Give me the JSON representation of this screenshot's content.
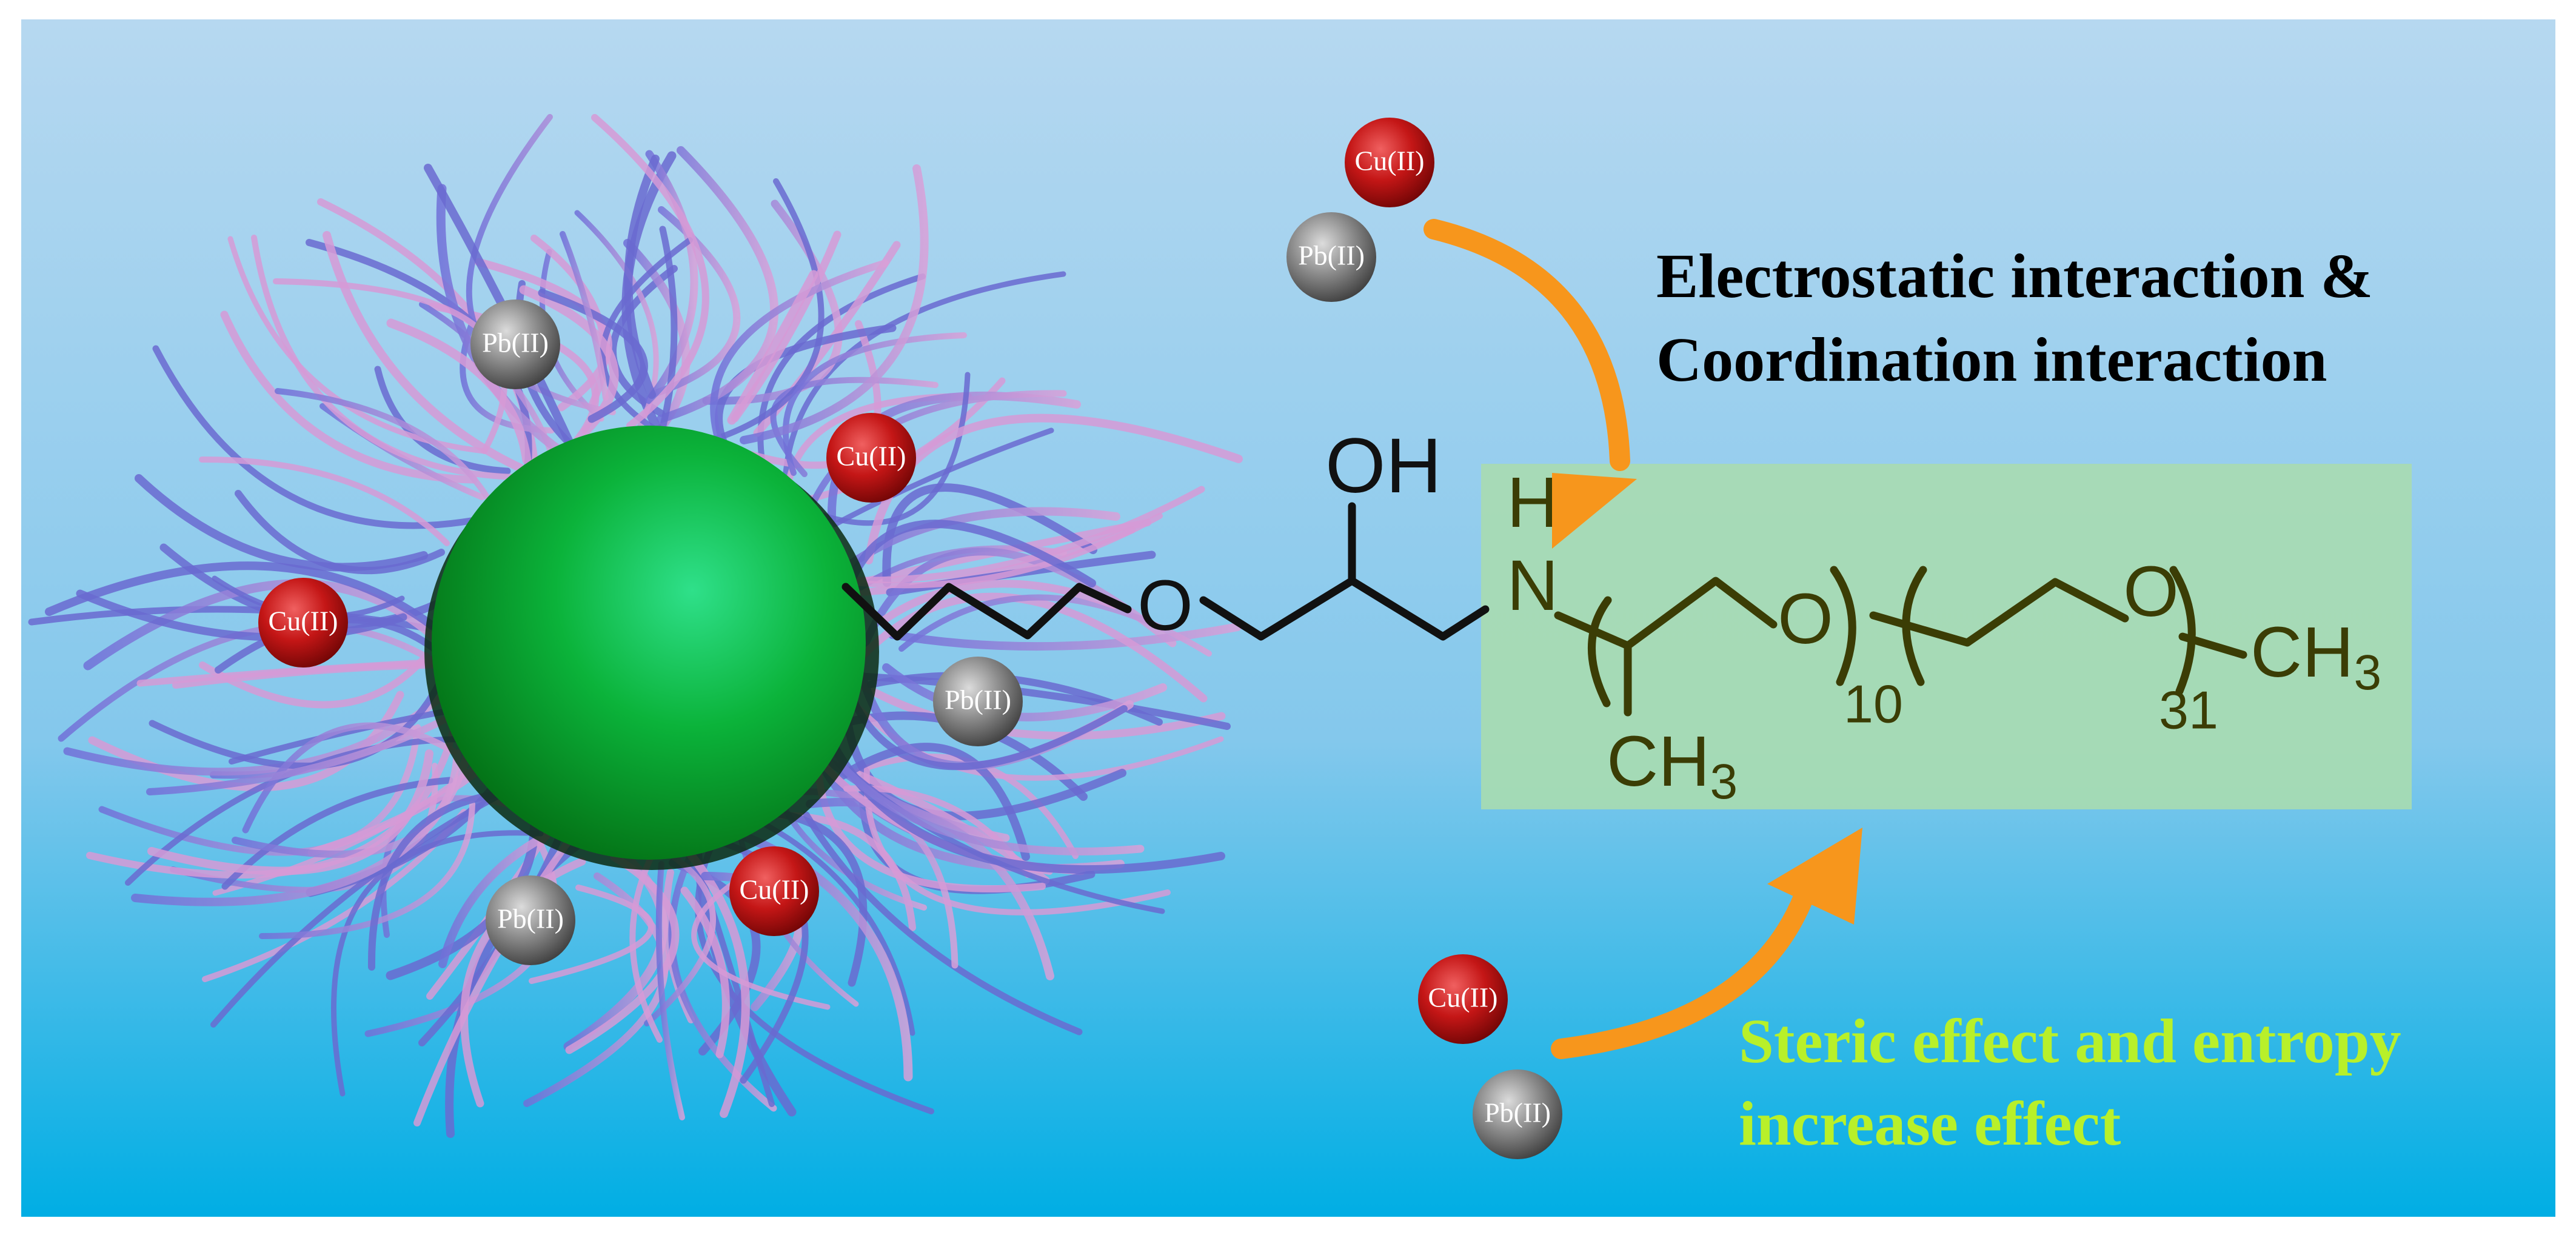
{
  "colors": {
    "background_top": "#b6d8f0",
    "background_bottom": "#00aee4",
    "nanoparticle": "#0aa83a",
    "fiber_blue": "#6a6ad0",
    "fiber_pink": "#d69ad6",
    "cu_ion": "#c41616",
    "pb_ion": "#8a8a8a",
    "arrow": "#f7961c",
    "highlight_box": "#a9dcb0",
    "molecule_black": "#111111",
    "molecule_olive": "#3b3d05",
    "text_top": "#000000",
    "text_bottom": "#b8f02a"
  },
  "ions": {
    "cu_label": "Cu(II)",
    "pb_label": "Pb(II)"
  },
  "molecule": {
    "oxygen": "O",
    "hydroxyl": "OH",
    "nitrogen": "N",
    "hydrogen": "H",
    "methyl_branch": "CH",
    "methyl_branch_sub": "3",
    "methyl_end": "CH",
    "methyl_end_sub": "3",
    "repeat_a": "10",
    "repeat_b": "31"
  },
  "annotations": {
    "top_line1": "Electrostatic interaction &",
    "top_line2": "Coordination interaction",
    "bottom_line1": "Steric effect and entropy",
    "bottom_line2": "increase effect"
  }
}
